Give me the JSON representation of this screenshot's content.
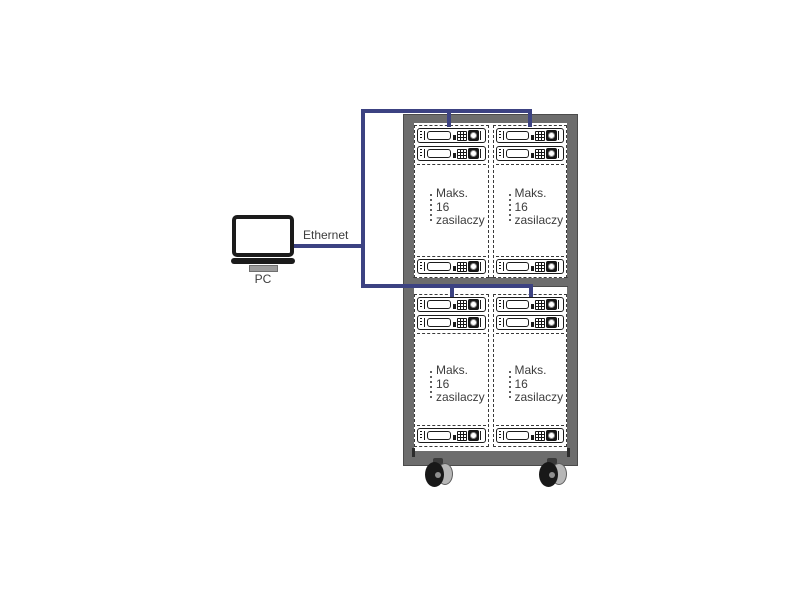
{
  "pc": {
    "label": "PC"
  },
  "connection": {
    "label": "Ethernet"
  },
  "rack": {
    "sections": [
      {
        "columns": [
          {
            "lines": [
              "Maks.",
              "16",
              "zasilaczy"
            ]
          },
          {
            "lines": [
              "Maks.",
              "16",
              "zasilaczy"
            ]
          }
        ]
      },
      {
        "columns": [
          {
            "lines": [
              "Maks.",
              "16",
              "zasilaczy"
            ]
          },
          {
            "lines": [
              "Maks.",
              "16",
              "zasilaczy"
            ]
          }
        ]
      }
    ]
  },
  "colors": {
    "connection_line": "#3c4282",
    "rack_frame": "#6d6d6d",
    "text": "#3d3d3d"
  }
}
